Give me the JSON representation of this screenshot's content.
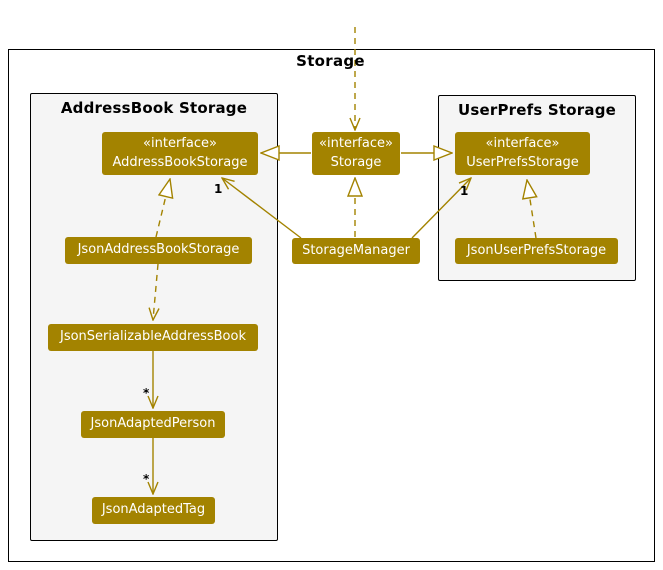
{
  "frame": {
    "title": "Storage"
  },
  "packages": {
    "address_book": {
      "title": "AddressBook Storage"
    },
    "user_prefs": {
      "title": "UserPrefs Storage"
    }
  },
  "nodes": {
    "storage": {
      "stereotype": "«interface»",
      "name": "Storage"
    },
    "address_book_storage": {
      "stereotype": "«interface»",
      "name": "AddressBookStorage"
    },
    "user_prefs_storage": {
      "stereotype": "«interface»",
      "name": "UserPrefsStorage"
    },
    "storage_manager": {
      "name": "StorageManager"
    },
    "json_address_book_storage": {
      "name": "JsonAddressBookStorage"
    },
    "json_user_prefs_storage": {
      "name": "JsonUserPrefsStorage"
    },
    "json_serializable_address_book": {
      "name": "JsonSerializableAddressBook"
    },
    "json_adapted_person": {
      "name": "JsonAdaptedPerson"
    },
    "json_adapted_tag": {
      "name": "JsonAdaptedTag"
    }
  },
  "multiplicities": {
    "storage_manager_to_address_book_storage": "1",
    "storage_manager_to_user_prefs_storage": "1",
    "serializable_to_adapted_person": "*",
    "adapted_person_to_adapted_tag": "*"
  },
  "colors": {
    "node_fill": "#a38300",
    "edge": "#a38300",
    "node_text": "#ffffff",
    "package_bg": "#f5f5f5",
    "border": "#000000"
  }
}
